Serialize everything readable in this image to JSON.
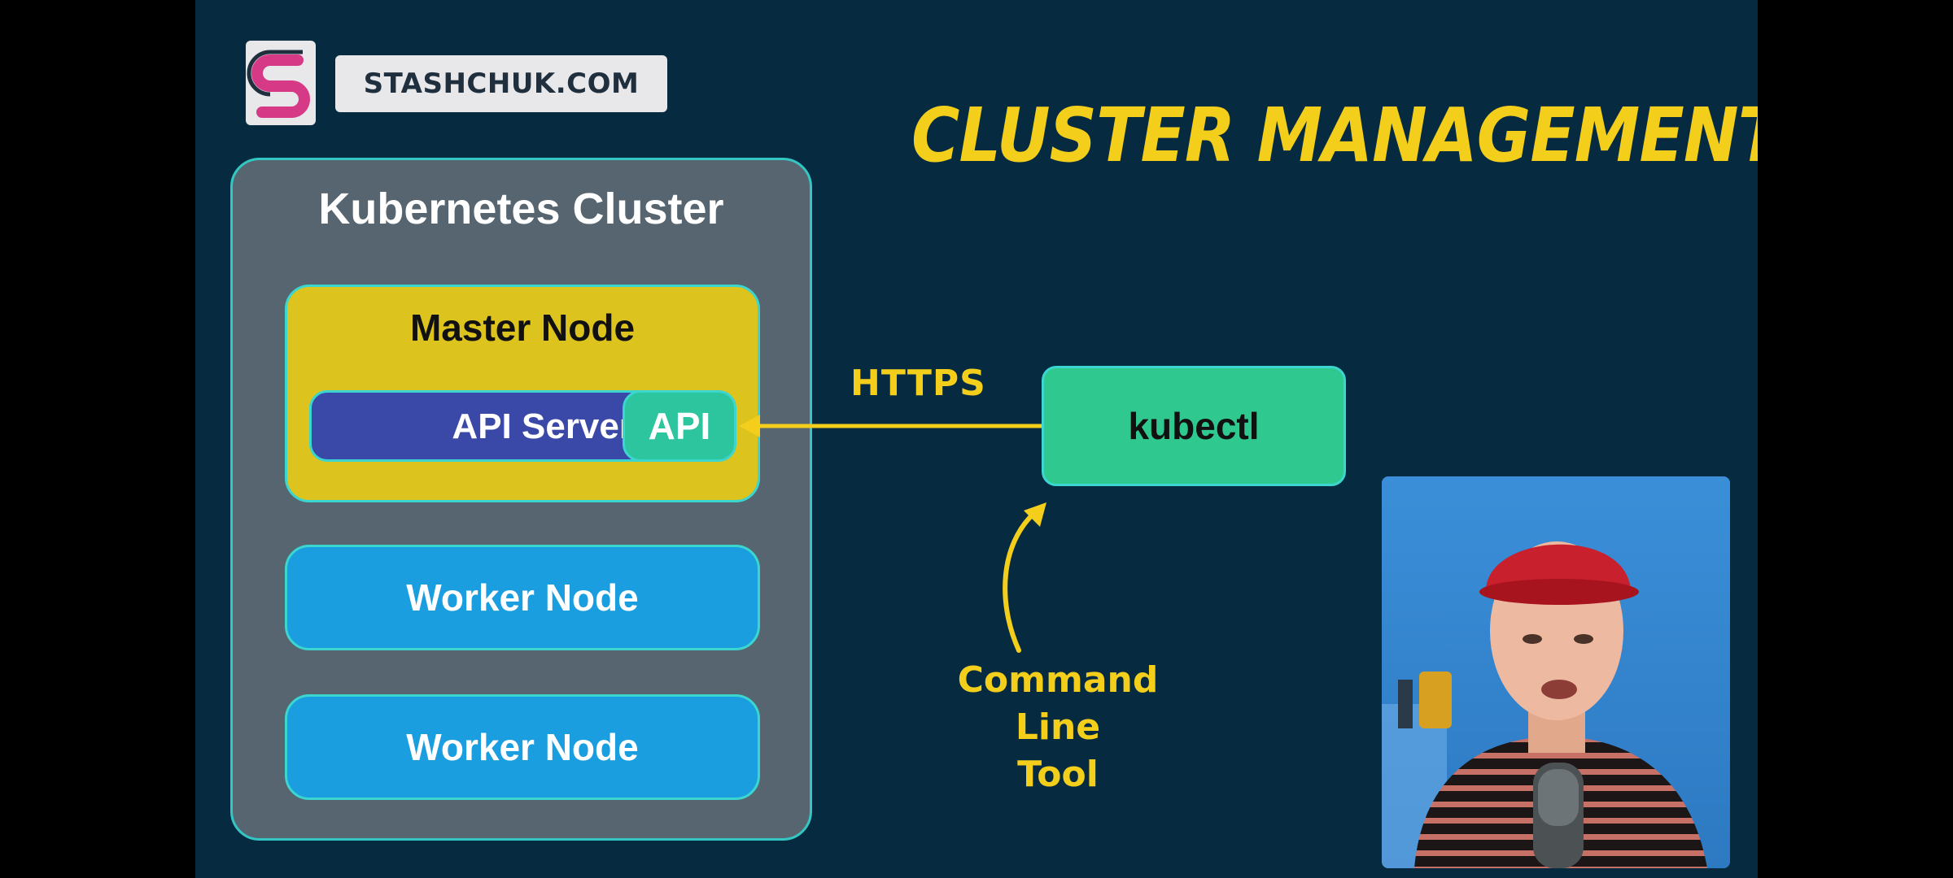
{
  "logo": {
    "mark_letter": "S",
    "site": "STASHCHUK.COM"
  },
  "title": "CLUSTER MANAGEMENT",
  "cluster": {
    "title": "Kubernetes Cluster",
    "master_node": {
      "label": "Master Node",
      "api_server_label": "API Server",
      "api_label": "API"
    },
    "worker_nodes": [
      "Worker Node",
      "Worker Node"
    ]
  },
  "connection": {
    "protocol_label": "HTTPS"
  },
  "kubectl": {
    "label": "kubectl",
    "caption_line1": "Command Line",
    "caption_line2": "Tool"
  },
  "colors": {
    "background": "#062b40",
    "accent_yellow": "#f3cf1c",
    "cluster_panel": "#56656f",
    "master_node": "#dcc31e",
    "api_server": "#3a48a8",
    "api": "#2cc59e",
    "worker_node": "#1a9ee0",
    "kubectl": "#2fc990",
    "outline": "#3ad6cf"
  }
}
